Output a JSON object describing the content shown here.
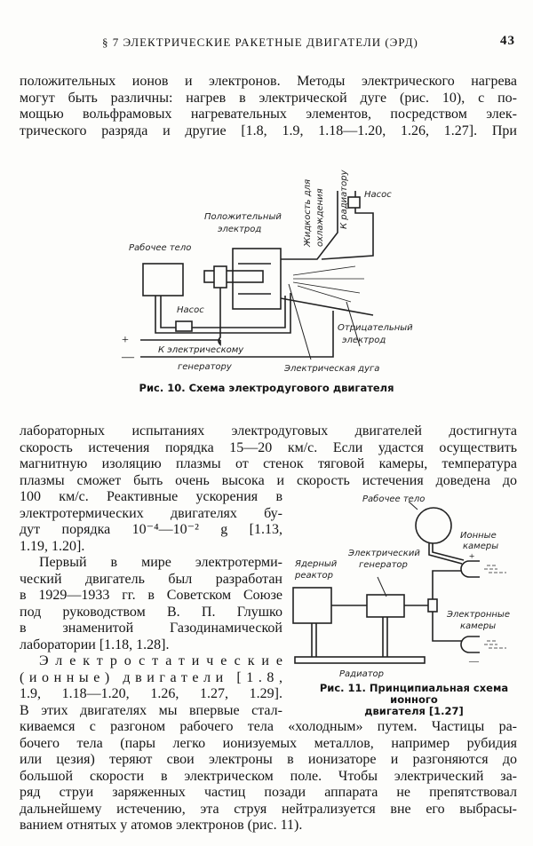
{
  "header": {
    "running_title": "§ 7  ЭЛЕКТРИЧЕСКИЕ РАКЕТНЫЕ ДВИГАТЕЛИ (ЭРД)",
    "page_number": "43"
  },
  "para1": [
    "положительных ионов и электронов. Методы электрического нагрева",
    "могут быть различны: нагрев в электрической дуге (рис. 10), с по-",
    "мощью вольфрамовых нагревательных элементов, посредством элек-",
    "трического разряда и другие [1.8, 1.9, 1.18—1.20, 1.26, 1.27]. При"
  ],
  "fig10": {
    "caption": "Рис. 10. Схема электродугового двигателя",
    "labels": {
      "working_body": "Рабочее тело",
      "positive_electrode_1": "Положительный",
      "positive_electrode_2": "электрод",
      "coolant_1": "Жидкость для",
      "coolant_2": "охлаждения",
      "to_radiator": "К радиатору",
      "pump_top": "Насос",
      "pump_bottom": "Насос",
      "negative_electrode_1": "Отрицательный",
      "negative_electrode_2": "электрод",
      "plus": "+",
      "minus": "—",
      "to_generator_1": "К электрическому",
      "to_generator_2": "генератору",
      "arc": "Электрическая дуга"
    }
  },
  "para2_full": [
    "лабораторных испытаниях электродуговых двигателей достигнута",
    "скорость истечения порядка 15—20 км/с. Если удастся осуществить",
    "магнитную изоляцию плазмы от стенок тяговой камеры, температура",
    "плазмы сможет быть очень высока и скорость истечения доведена до"
  ],
  "para2_narrow": [
    "100 км/с. Реактивные ускорения в",
    "электротермических двигателях бу-",
    "дут порядка 10⁻⁴—10⁻² g [1.13,",
    "1.19, 1.20]."
  ],
  "para3": [
    "Первый в мире электротерми-",
    "ческий двигатель был разработан",
    "в 1929—1933 гг. в Советском Союзе",
    "под руководством В. П. Глушко",
    "в знаменитой Газодинамической",
    "лаборатории [1.18, 1.28]."
  ],
  "para4": [
    "Электростатические",
    "(ионные) двигатели [1.8,",
    "1.9, 1.18—1.20, 1.26, 1.27, 1.29].",
    "В этих двигателях мы впервые стал-"
  ],
  "para4_full": [
    "киваемся с разгоном рабочего тела «холодным» путем. Частицы ра-",
    "бочего тела (пары легко ионизуемых металлов, например рубидия",
    "или цезия) теряют свои электроны в ионизаторе и разгоняются до",
    "большой скорости в электрическом поле. Чтобы электрический за-",
    "ряд струи заряженных частиц позади аппарата не препятствовал",
    "дальнейшему истечению, эта струя нейтрализуется вне его выбрасы-",
    "ванием отнятых у атомов электронов (рис. 11)."
  ],
  "fig11": {
    "caption_1": "Рис. 11. Принципиальная схема ионного",
    "caption_2": "двигателя [1.27]",
    "labels": {
      "working_body": "Рабочее тело",
      "ion_chambers_1": "Ионные",
      "ion_chambers_2": "камеры",
      "plus": "+",
      "reactor_1": "Ядерный",
      "reactor_2": "реактор",
      "generator_1": "Электрический",
      "generator_2": "генератор",
      "electron_chambers_1": "Электронные",
      "electron_chambers_2": "камеры",
      "minus": "—",
      "radiator": "Радиатор"
    }
  }
}
